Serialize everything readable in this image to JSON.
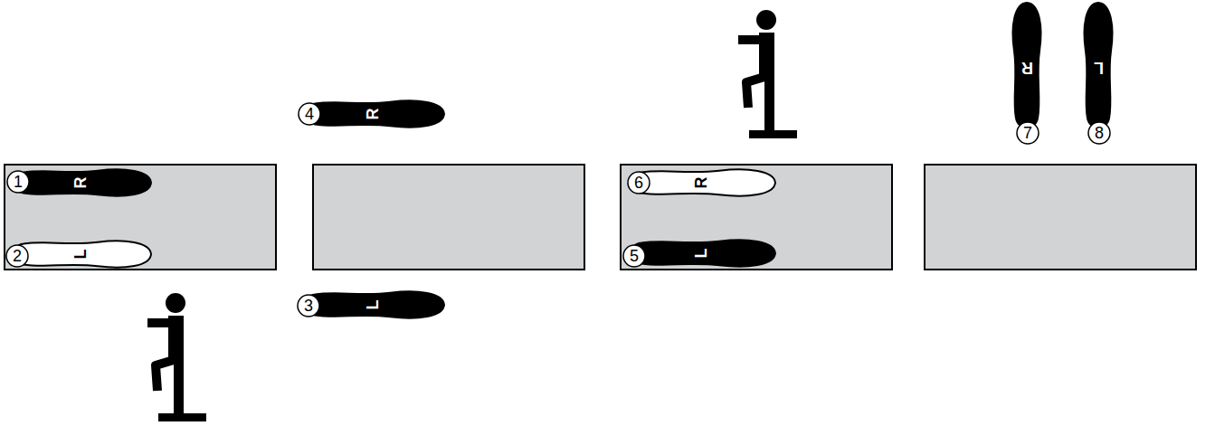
{
  "diagram": {
    "nodes": [
      {
        "text": [
          "R"
        ]
      },
      {
        "text": [
          "1"
        ],
        "in": 0
      },
      {
        "text": [
          "L"
        ]
      },
      {
        "text": [
          "2"
        ],
        "in": 2
      },
      {
        "text": [
          "L"
        ]
      },
      {
        "text": [
          "3"
        ],
        "in": 4
      },
      {
        "text": [
          "R"
        ]
      },
      {
        "text": [
          "4"
        ],
        "in": 6
      },
      {
        "text": [
          "L"
        ]
      },
      {
        "text": [
          "5"
        ],
        "in": 8
      },
      {
        "text": [
          "R"
        ]
      },
      {
        "text": [
          "6"
        ],
        "in": 10
      },
      {
        "text": [
          "R"
        ]
      },
      {
        "text": [
          "7"
        ],
        "in": 12
      },
      {
        "text": [
          "L"
        ]
      },
      {
        "text": [
          "8"
        ],
        "in": 14
      }
    ]
  }
}
